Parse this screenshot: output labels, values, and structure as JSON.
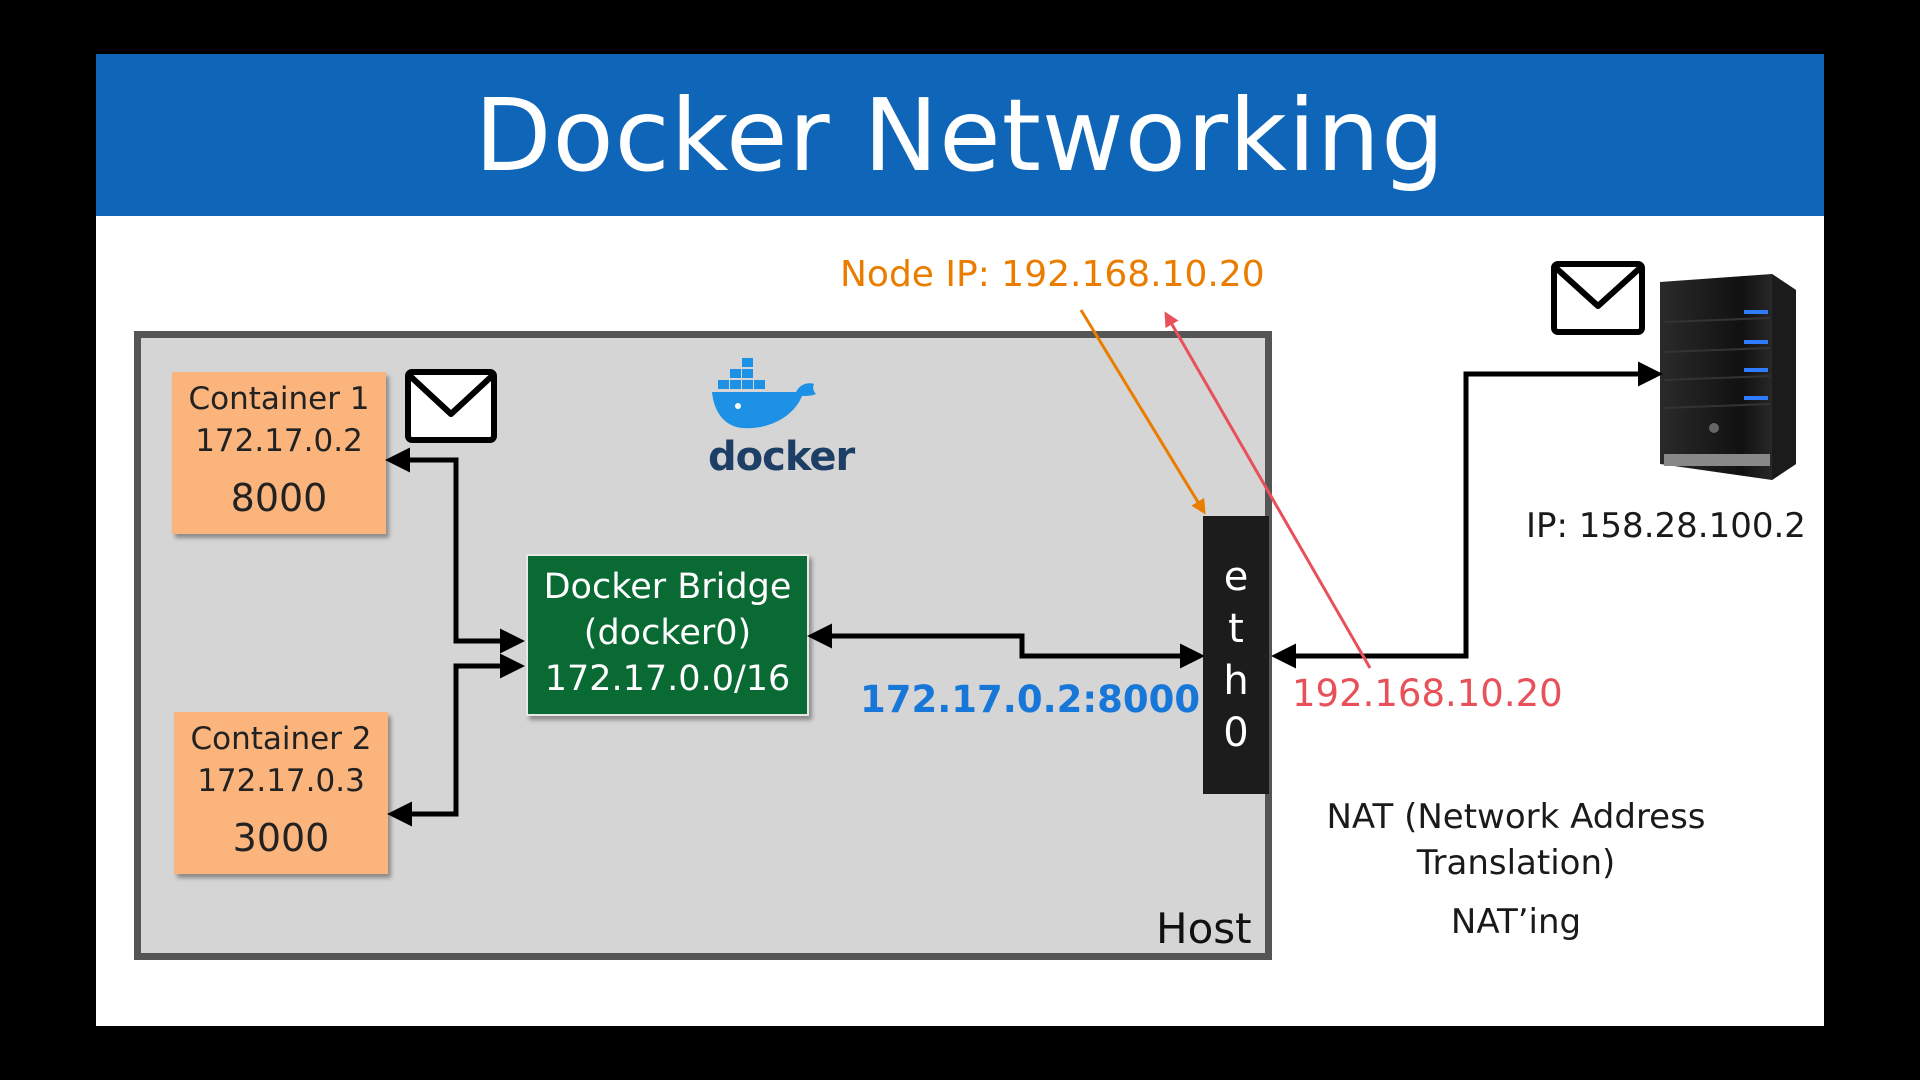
{
  "slide": {
    "title": "Docker Networking"
  },
  "host": {
    "label": "Host"
  },
  "containers": [
    {
      "name": "Container 1",
      "ip": "172.17.0.2",
      "port": "8000"
    },
    {
      "name": "Container 2",
      "ip": "172.17.0.3",
      "port": "3000"
    }
  ],
  "docker_logo": {
    "wordmark": "docker",
    "icon": "docker-whale-icon"
  },
  "bridge": {
    "line1": "Docker Bridge",
    "line2": "(docker0)",
    "line3": "172.17.0.0/16"
  },
  "eth": {
    "letters": [
      "e",
      "t",
      "h",
      "0"
    ]
  },
  "labels": {
    "node_ip": "Node IP: 192.168.10.20",
    "route": "172.17.0.2:8000",
    "external_ip": "192.168.10.20",
    "server_ip": "IP: 158.28.100.2",
    "nat_line1": "NAT (Network Address",
    "nat_line2": "Translation)",
    "nating": "NAT’ing"
  },
  "icons": [
    "envelope-icon",
    "server-icon",
    "docker-whale-icon"
  ],
  "colors": {
    "title_bar": "#0f66b8",
    "container": "#fab47c",
    "bridge": "#0a6a34",
    "node_ip": "#ea7d00",
    "external_ip": "#e8505a",
    "route": "#1677d8"
  }
}
